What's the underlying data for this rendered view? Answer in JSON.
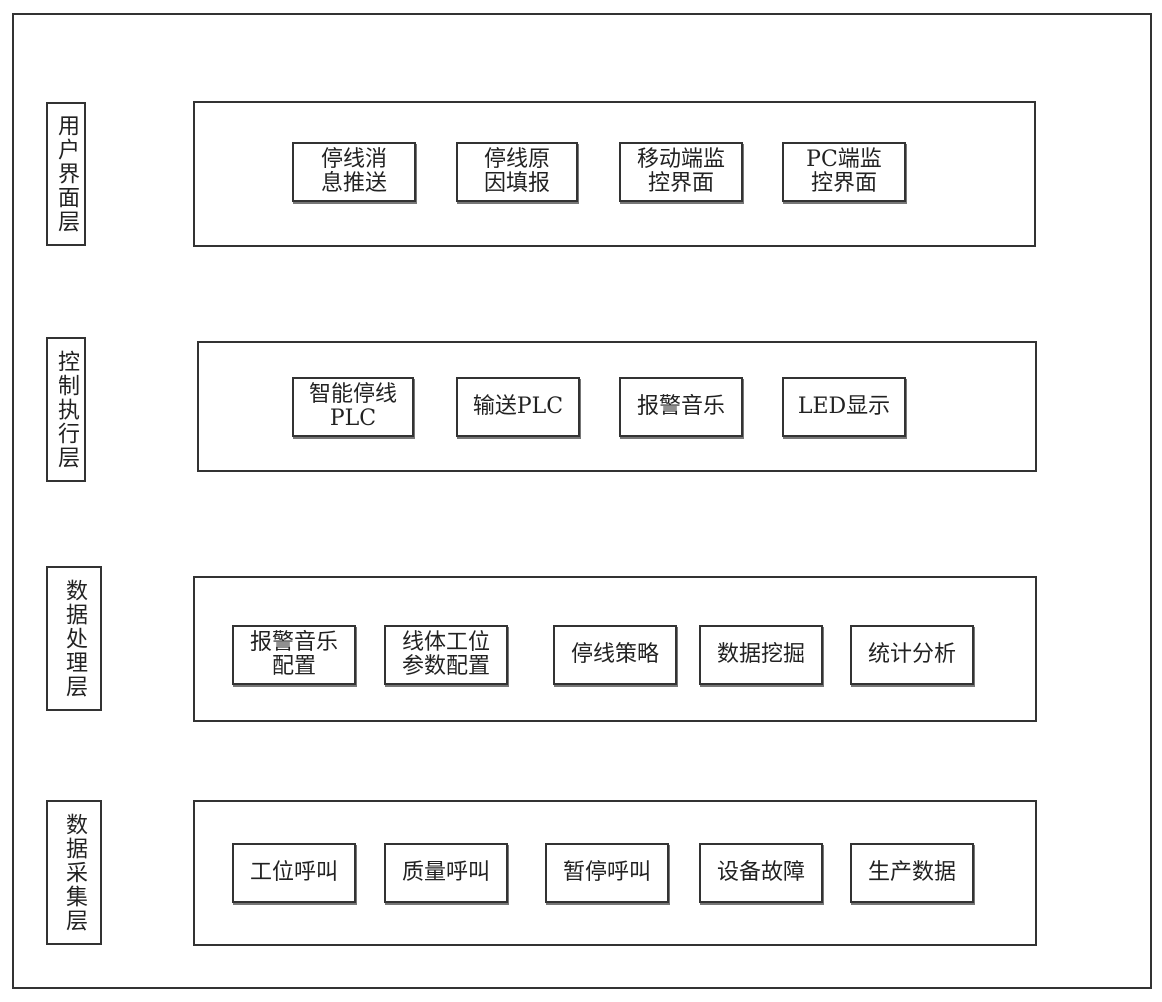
{
  "diagram": {
    "layers": [
      {
        "label": "用户界面层",
        "modules": [
          "停线消\n息推送",
          "停线原\n因填报",
          "移动端监\n控界面",
          "PC端监\n控界面"
        ]
      },
      {
        "label": "控制执行层",
        "modules": [
          "智能停线\nPLC",
          "输送PLC",
          "报警音乐",
          "LED显示"
        ]
      },
      {
        "label": "数据处理层",
        "modules": [
          "报警音乐\n配置",
          "线体工位\n参数配置",
          "停线策略",
          "数据挖掘",
          "统计分析"
        ]
      },
      {
        "label": "数据采集层",
        "modules": [
          "工位呼叫",
          "质量呼叫",
          "暂停呼叫",
          "设备故障",
          "生产数据"
        ]
      }
    ]
  }
}
